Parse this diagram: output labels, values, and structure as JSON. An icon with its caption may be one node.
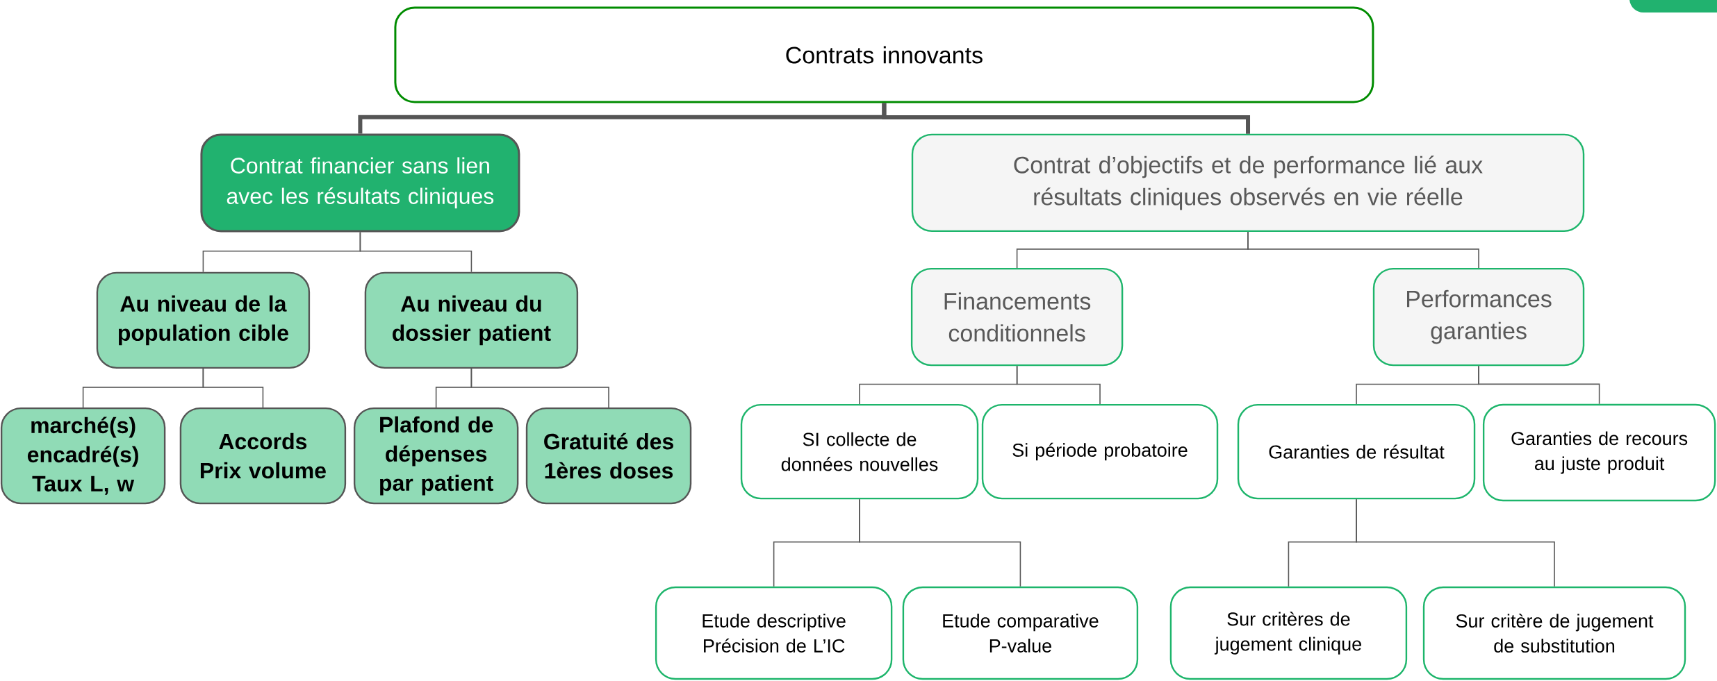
{
  "diagram": {
    "nodes": [
      {
        "text": [
          "Contrats innovants"
        ]
      },
      {
        "text": [
          "Contrat financier sans lien avec les résultats cliniques"
        ]
      },
      {
        "text": [
          "Contrat d’objectifs et de performance lié aux résultats cliniques observés en vie réelle"
        ]
      },
      {
        "text": [
          "Au niveau de la population cible"
        ]
      },
      {
        "text": [
          "Au niveau du dossier patient"
        ]
      },
      {
        "text": [
          "marché(s) encadré(s) Taux L, w"
        ]
      },
      {
        "text": [
          "Accords Prix volume"
        ]
      },
      {
        "text": [
          "Plafond de dépenses par patient"
        ]
      },
      {
        "text": [
          "Gratuité des 1ères doses"
        ]
      },
      {
        "text": [
          "Financements conditionnels"
        ]
      },
      {
        "text": [
          "Performances garanties"
        ]
      },
      {
        "text": [
          "SI collecte de données nouvelles"
        ]
      },
      {
        "text": [
          "Si période probatoire"
        ]
      },
      {
        "text": [
          "Garanties de résultat"
        ]
      },
      {
        "text": [
          "Garanties de recours au juste produit"
        ]
      },
      {
        "text": [
          "Etude descriptive Précision de L’IC"
        ]
      },
      {
        "text": [
          "Etude comparative P-value"
        ]
      },
      {
        "text": [
          "Sur critères de jugement clinique"
        ]
      },
      {
        "text": [
          "Sur critère de jugement de substitution"
        ]
      }
    ],
    "edges": [
      {
        "from": 0,
        "to": 1,
        "arrow": "none",
        "style": "thick"
      },
      {
        "from": 0,
        "to": 2,
        "arrow": "none",
        "style": "thick"
      },
      {
        "from": 1,
        "to": 3,
        "arrow": "none"
      },
      {
        "from": 1,
        "to": 4,
        "arrow": "none"
      },
      {
        "from": 3,
        "to": 5,
        "arrow": "none"
      },
      {
        "from": 3,
        "to": 6,
        "arrow": "none"
      },
      {
        "from": 4,
        "to": 7,
        "arrow": "none"
      },
      {
        "from": 4,
        "to": 8,
        "arrow": "none"
      },
      {
        "from": 2,
        "to": 9,
        "arrow": "none"
      },
      {
        "from": 2,
        "to": 10,
        "arrow": "none"
      },
      {
        "from": 9,
        "to": 11,
        "arrow": "none"
      },
      {
        "from": 9,
        "to": 12,
        "arrow": "none"
      },
      {
        "from": 10,
        "to": 13,
        "arrow": "none"
      },
      {
        "from": 10,
        "to": 14,
        "arrow": "none"
      },
      {
        "from": 11,
        "to": 15,
        "arrow": "none"
      },
      {
        "from": 11,
        "to": 16,
        "arrow": "none"
      },
      {
        "from": 13,
        "to": 17,
        "arrow": "none"
      },
      {
        "from": 13,
        "to": 18,
        "arrow": "none"
      }
    ]
  }
}
